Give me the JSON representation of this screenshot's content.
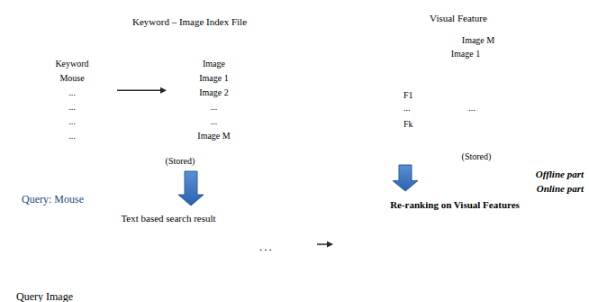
{
  "diagram": {
    "nodes": [
      {
        "text": [
          "Keyword – Image Index File",
          "(Stored)"
        ]
      },
      {
        "text": [
          "Keyword"
        ],
        "in": 0
      },
      {
        "text": [
          "Mouse"
        ],
        "in": 0
      },
      {
        "text": [
          "..."
        ],
        "in": 0
      },
      {
        "text": [
          "..."
        ],
        "in": 0
      },
      {
        "text": [
          "..."
        ],
        "in": 0
      },
      {
        "text": [
          "..."
        ],
        "in": 0
      },
      {
        "text": [
          "Image"
        ],
        "in": 0
      },
      {
        "text": [
          "Image 1"
        ],
        "in": 0
      },
      {
        "text": [
          "Image 2"
        ],
        "in": 0
      },
      {
        "text": [
          "..."
        ],
        "in": 0
      },
      {
        "text": [
          "..."
        ],
        "in": 0
      },
      {
        "text": [
          "Image M"
        ],
        "in": 0
      },
      {
        "text": [
          "Visual Feature",
          "(Stored)"
        ]
      },
      {
        "text": [
          "Image M"
        ],
        "in": 13
      },
      {
        "text": [
          "Image 1",
          "F1",
          "...",
          "...",
          "Fk"
        ],
        "in": 13
      },
      {
        "text": [
          "Query: Mouse",
          "Text based search result"
        ]
      },
      {
        "text": [
          "Re-ranking on Visual Features"
        ]
      }
    ],
    "edges": [
      {
        "from": 3,
        "to": 9,
        "arrow": "to"
      },
      {
        "from": 0,
        "to": 16,
        "arrow": "to"
      },
      {
        "from": 13,
        "to": 17,
        "arrow": "to"
      },
      {
        "from": 16,
        "to": 17,
        "arrow": "to"
      }
    ],
    "labels": [
      "Offline part",
      "Online part",
      "...",
      "Query Image"
    ]
  }
}
